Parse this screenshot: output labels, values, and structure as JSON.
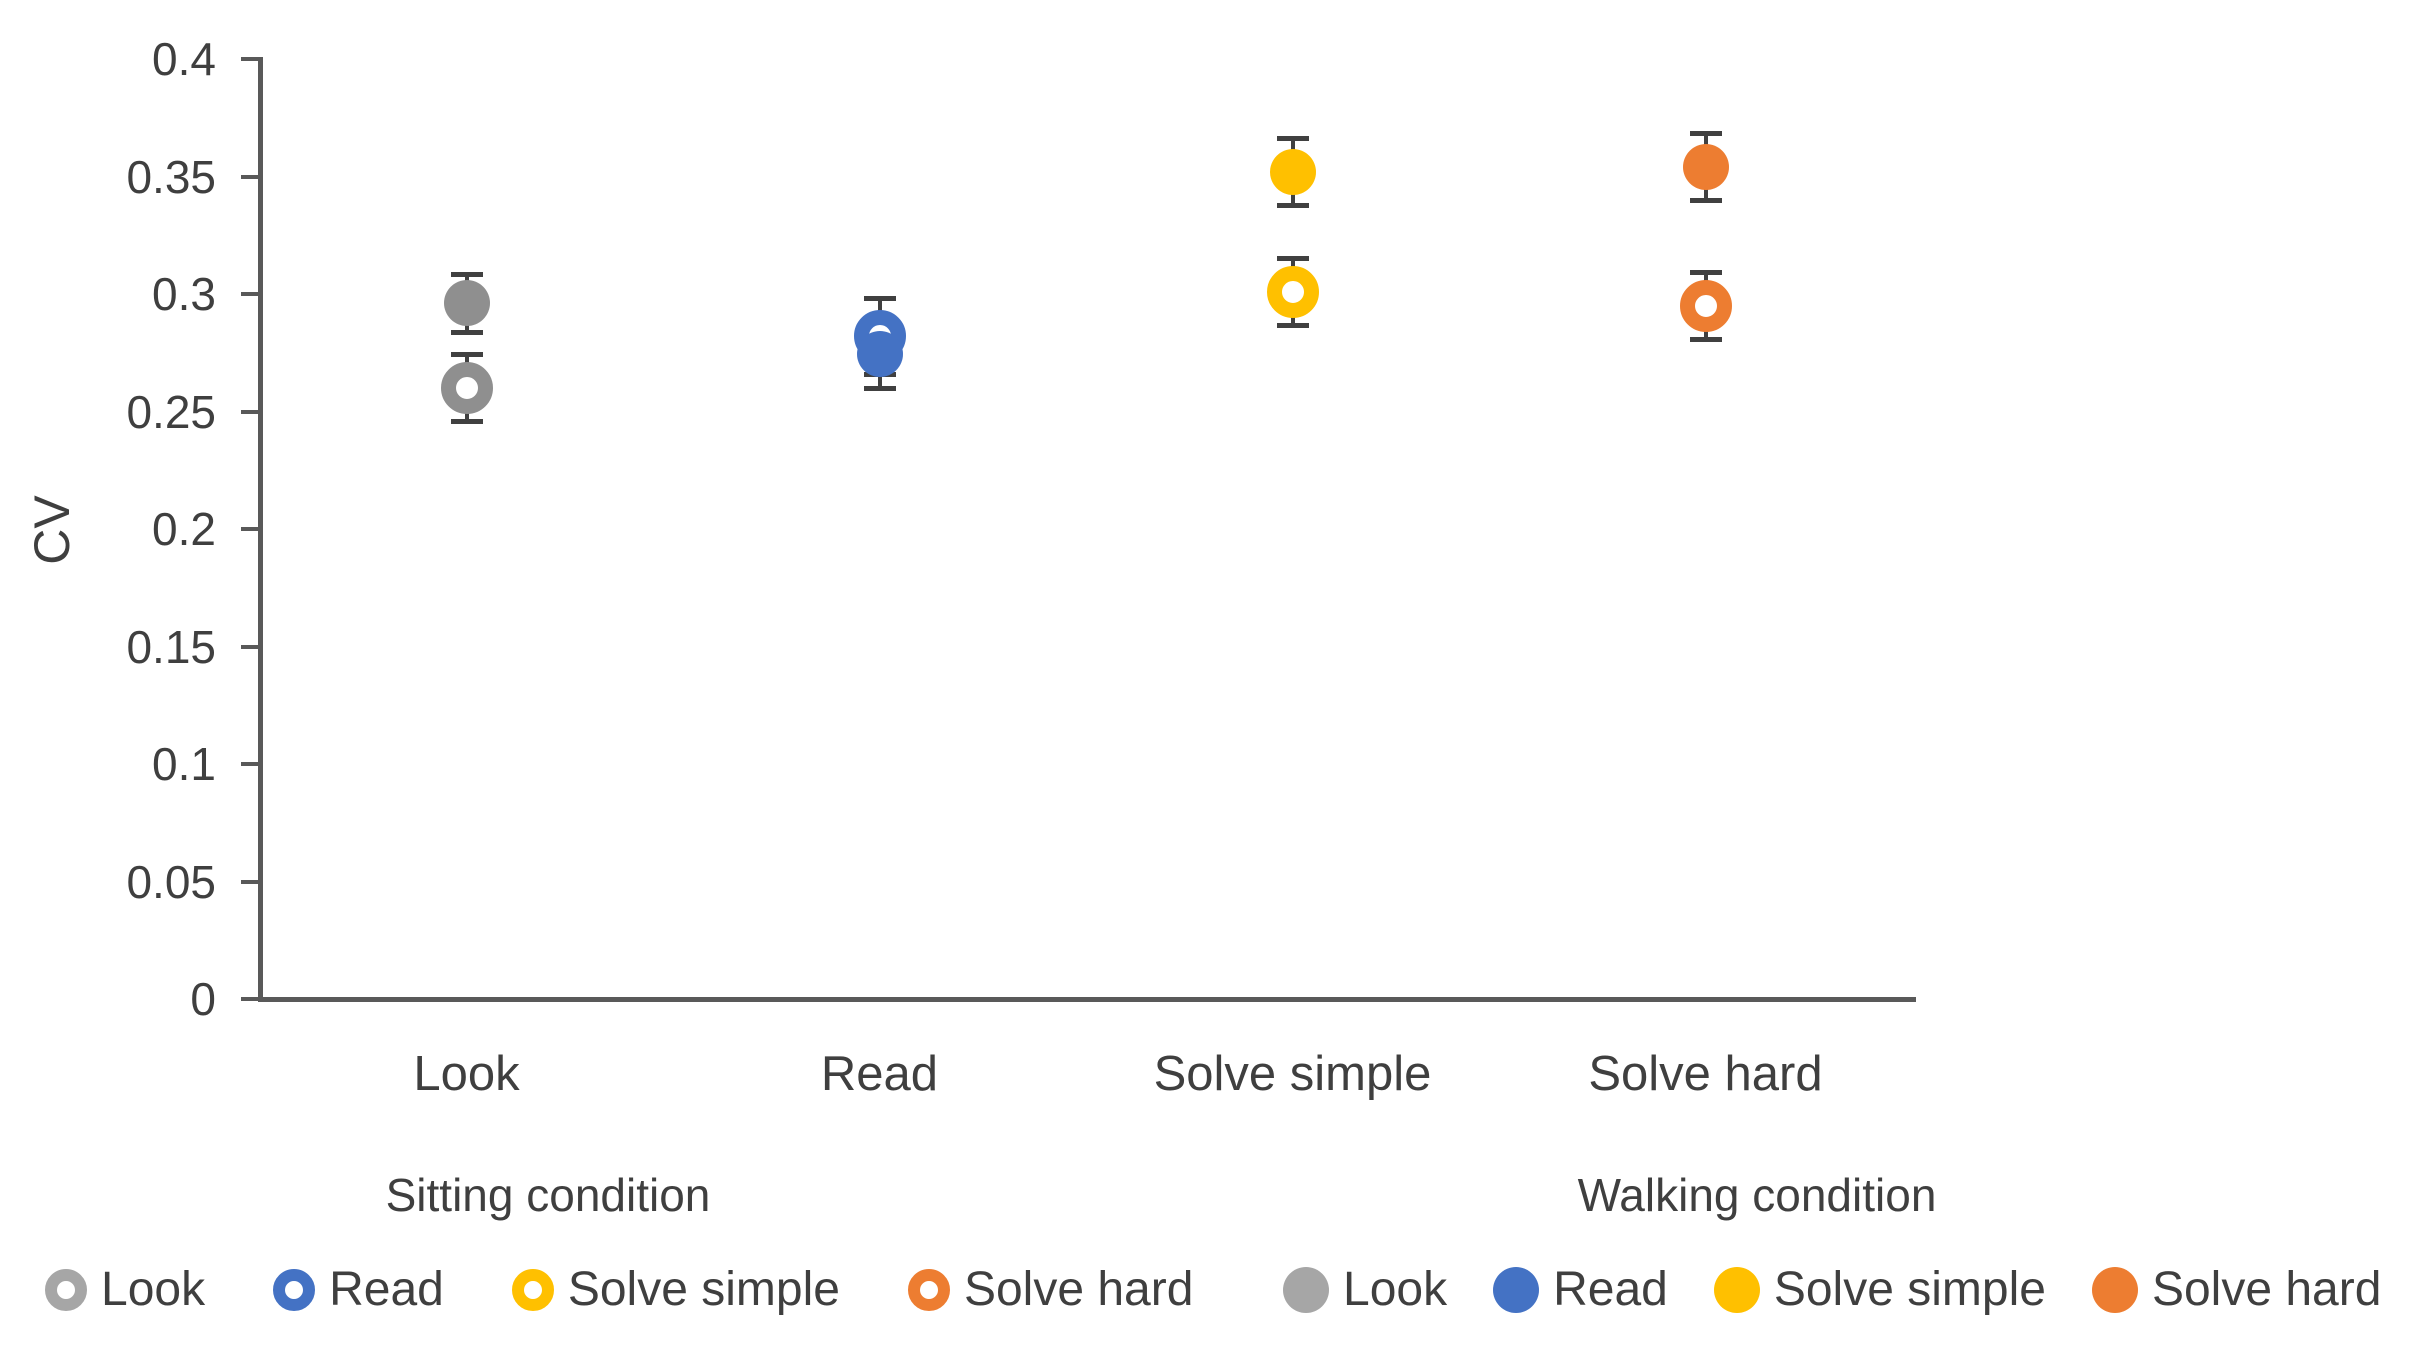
{
  "chart_data": {
    "type": "scatter",
    "title": "",
    "ylabel": "CV",
    "xlabel": "",
    "ylim": [
      0,
      0.4
    ],
    "grid": false,
    "legend_position": "bottom",
    "yticks": [
      {
        "value": 0,
        "label": "0"
      },
      {
        "value": 0.05,
        "label": "0.05"
      },
      {
        "value": 0.1,
        "label": "0.1"
      },
      {
        "value": 0.15,
        "label": "0.15"
      },
      {
        "value": 0.2,
        "label": "0.2"
      },
      {
        "value": 0.25,
        "label": "0.25"
      },
      {
        "value": 0.3,
        "label": "0.3"
      },
      {
        "value": 0.35,
        "label": "0.35"
      },
      {
        "value": 0.4,
        "label": "0.4"
      }
    ],
    "categories": [
      "Look",
      "Read",
      "Solve simple",
      "Solve hard"
    ],
    "series": [
      {
        "name": "Sitting condition",
        "marker": "open",
        "values": [
          0.26,
          0.282,
          0.301,
          0.295
        ],
        "errors": [
          0.014,
          0.016,
          0.014,
          0.014
        ],
        "colors": [
          "#8f8f8f",
          "#4472c4",
          "#ffc000",
          "#ed7d31"
        ]
      },
      {
        "name": "Walking condition",
        "marker": "filled",
        "values": [
          0.296,
          0.2745,
          0.352,
          0.354
        ],
        "errors": [
          0.012,
          0.0145,
          0.014,
          0.014
        ],
        "colors": [
          "#8f8f8f",
          "#4472c4",
          "#ffc000",
          "#ed7d31"
        ]
      }
    ]
  },
  "legend": {
    "groups": [
      {
        "title": "Sitting condition",
        "marker": "open",
        "items": [
          {
            "label": "Look",
            "color": "#a6a6a6"
          },
          {
            "label": "Read",
            "color": "#4472c4"
          },
          {
            "label": "Solve simple",
            "color": "#ffc000"
          },
          {
            "label": "Solve hard",
            "color": "#ed7d31"
          }
        ]
      },
      {
        "title": "Walking condition",
        "marker": "filled",
        "items": [
          {
            "label": "Look",
            "color": "#a6a6a6"
          },
          {
            "label": "Read",
            "color": "#4472c4"
          },
          {
            "label": "Solve simple",
            "color": "#ffc000"
          },
          {
            "label": "Solve hard",
            "color": "#ed7d31"
          }
        ]
      }
    ]
  }
}
